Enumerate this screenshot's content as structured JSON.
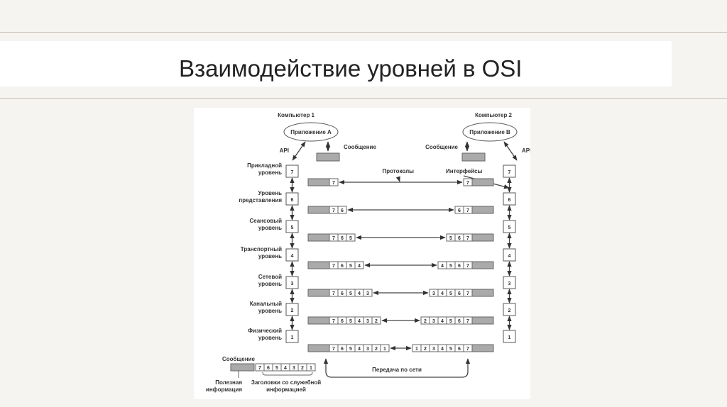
{
  "slide": {
    "title": "Взаимодействие уровней в OSI"
  },
  "diagram": {
    "computer1": "Компьютер 1",
    "computer2": "Компьютер 2",
    "app_a": "Приложение A",
    "app_b": "Приложение B",
    "api": "API",
    "message": "Сообщение",
    "protocols": "Протоколы",
    "interfaces": "Интерфейсы",
    "layers": [
      {
        "n": "7",
        "label": [
          "Прикладной",
          "уровень"
        ]
      },
      {
        "n": "6",
        "label": [
          "Уровень",
          "представления"
        ]
      },
      {
        "n": "5",
        "label": [
          "Сеансовый",
          "уровень"
        ]
      },
      {
        "n": "4",
        "label": [
          "Транспортный",
          "уровень"
        ]
      },
      {
        "n": "3",
        "label": [
          "Сетевой",
          "уровень"
        ]
      },
      {
        "n": "2",
        "label": [
          "Канальный",
          "уровень"
        ]
      },
      {
        "n": "1",
        "label": [
          "Физический",
          "уровень"
        ]
      }
    ],
    "packets": [
      [
        "7"
      ],
      [
        "7",
        "6"
      ],
      [
        "7",
        "6",
        "5"
      ],
      [
        "7",
        "6",
        "5",
        "4"
      ],
      [
        "7",
        "6",
        "5",
        "4",
        "3"
      ],
      [
        "7",
        "6",
        "5",
        "4",
        "3",
        "2"
      ],
      [
        "7",
        "6",
        "5",
        "4",
        "3",
        "2",
        "1"
      ]
    ],
    "network": "Передача по сети",
    "legend": {
      "message": "Сообщение",
      "payload": [
        "Полезная",
        "информация"
      ],
      "headers": [
        "Заголовки со служебной",
        "информацией"
      ],
      "cells": [
        "7",
        "6",
        "5",
        "4",
        "3",
        "2",
        "1"
      ]
    }
  }
}
